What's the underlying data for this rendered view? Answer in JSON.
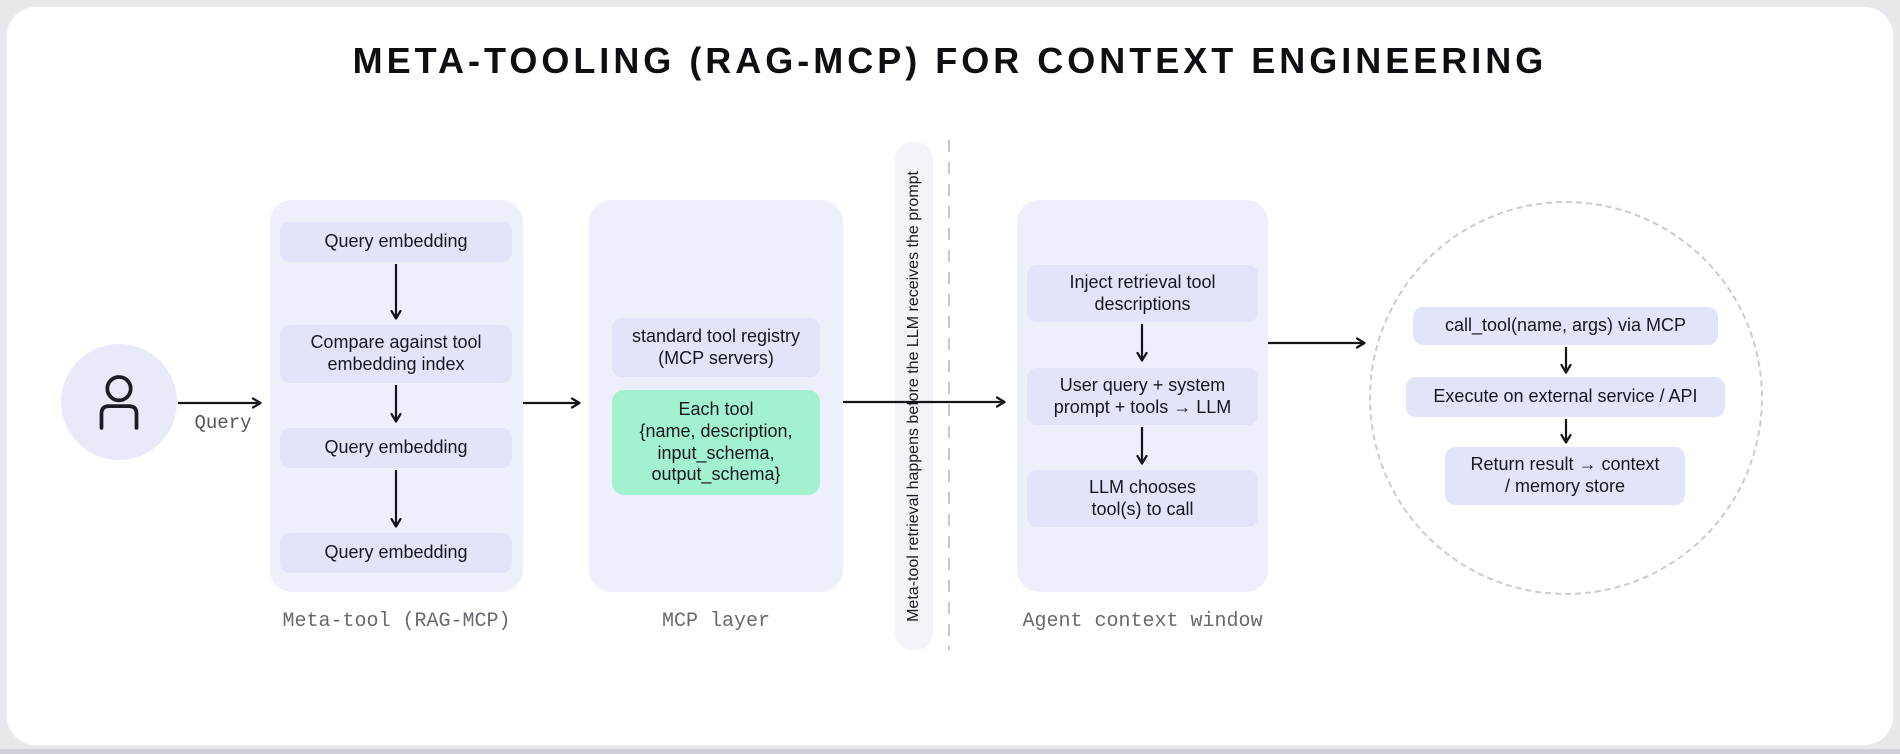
{
  "title": "META-TOOLING (RAG-MCP) FOR CONTEXT ENGINEERING",
  "colors": {
    "panel_bg": "#edeffb",
    "node_bg": "#e2e5fa",
    "green_node_bg": "#a2f1d1",
    "person_circle_bg": "#e8eafa",
    "divider_strip_bg": "#f3f4fa",
    "arrow": "#141419",
    "caption_text": "#68686f",
    "dashed_line": "#c5c7ce"
  },
  "actor": {
    "icon": "person-icon",
    "arrow_label": "Query"
  },
  "panels": [
    {
      "caption": "Meta-tool (RAG-MCP)",
      "boxes": [
        "Query embedding",
        "Compare against tool\nembedding index",
        "Query embedding",
        "Query embedding"
      ]
    },
    {
      "caption": "MCP layer",
      "boxes": [
        "standard tool registry\n(MCP servers)",
        "Each tool\n{name, description,\ninput_schema,\noutput_schema}"
      ]
    },
    {
      "caption": "Agent context window",
      "boxes": [
        "Inject retrieval tool\ndescriptions",
        "User query + system\nprompt + tools → LLM",
        "LLM chooses\ntool(s) to call"
      ]
    }
  ],
  "divider_note": "Meta-tool retrieval happens before the LLM receives the prompt",
  "execution_circle": {
    "boxes": [
      "call_tool(name, args) via MCP",
      "Execute on external service / API",
      "Return result → context\n/ memory store"
    ]
  }
}
